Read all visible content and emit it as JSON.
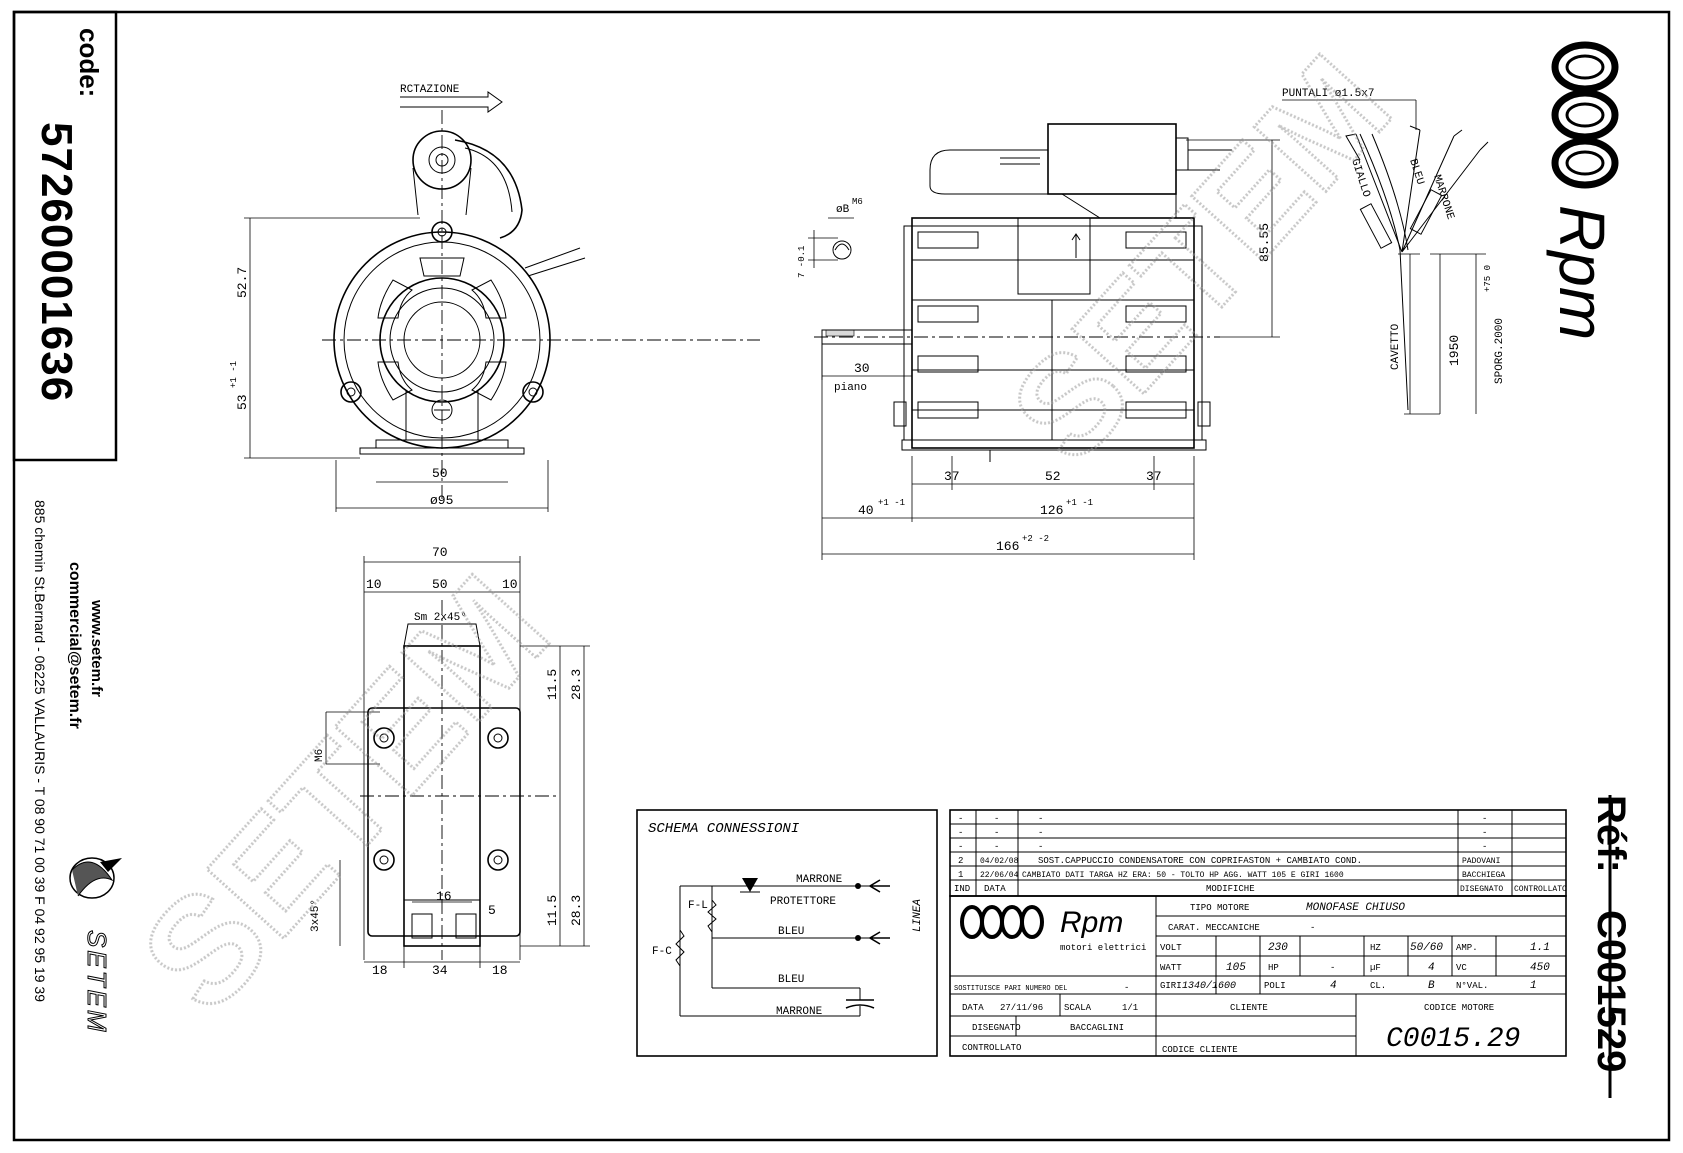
{
  "left_strip": {
    "code_label": "code:",
    "code_value": "57260001636",
    "website": "www.setem.fr",
    "email": "commercial@setem.fr",
    "address": "885 chemin St.Bernard - 06225 VALLAURIS - T 08 90 71 00 39 F 04 92 95 19 39",
    "company": "SETEM"
  },
  "right_strip": {
    "brand": "Rpm",
    "ref_label": "Réf:",
    "ref_value": "C001529"
  },
  "watermark": "SETEM",
  "front_view": {
    "rotation_label": "RCTAZIONE",
    "dim_top": "52.7",
    "dim_bottom": "53",
    "dim_bottom_tol": "+1 -1",
    "dim_base": "50",
    "dim_dia": "ø95"
  },
  "side_view": {
    "puntali_label": "PUNTALI ø1.5x7",
    "colors": [
      "GIALLO",
      "BLEU",
      "MARRONE"
    ],
    "dim_height": "85.55",
    "thread_label": "øB",
    "thread_sup": "M6",
    "key_label": "7 -0.1",
    "dim_30": "30",
    "piano": "piano",
    "dim_37a": "37",
    "dim_52": "52",
    "dim_37b": "37",
    "dim_40": "40",
    "dim_40_tol": "+1 -1",
    "dim_126": "126",
    "dim_126_tol": "+1 -1",
    "dim_166": "166",
    "dim_166_tol": "+2 -2",
    "cavetto": "CAVETTO",
    "dim_1950": "1950",
    "sporg": "SPORG.2000",
    "sporg_tol": "+75 0"
  },
  "base_view": {
    "dim_70": "70",
    "dim_10a": "10",
    "dim_50": "50",
    "dim_10b": "10",
    "chamfer": "Sm 2x45°",
    "dim_115a": "11.5",
    "dim_283a": "28.3",
    "dim_115b": "11.5",
    "dim_283b": "28.3",
    "m6": "M6",
    "dim_16": "16",
    "dim_5": "5",
    "dim_18a": "18",
    "dim_34": "34",
    "dim_18b": "18",
    "angle": "3x45°"
  },
  "schema": {
    "title": "SCHEMA CONNESSIONI",
    "marrone_top": "MARRONE",
    "protettore": "PROTETTORE",
    "bleu_top": "BLEU",
    "bleu_bottom": "BLEU",
    "marrone_bottom": "MARRONE",
    "fl": "F-L",
    "fc": "F-C",
    "linea": "LINEA"
  },
  "revisions": {
    "rows": [
      {
        "ind": "-",
        "data": "-",
        "mod": "-",
        "dis": "-"
      },
      {
        "ind": "-",
        "data": "-",
        "mod": "-",
        "dis": "-"
      },
      {
        "ind": "-",
        "data": "-",
        "mod": "-",
        "dis": "-"
      },
      {
        "ind": "2",
        "data": "04/02/08",
        "mod": "SOST.CAPPUCCIO CONDENSATORE CON COPRIFASTON + CAMBIATO COND.",
        "dis": "PADOVANI"
      },
      {
        "ind": "1",
        "data": "22/06/04",
        "mod": "CAMBIATO DATI TARGA HZ ERA: 50 - TOLTO HP AGG. WATT 105 E GIRI 1600",
        "dis": "BACCHIEGA"
      }
    ],
    "header": {
      "ind": "IND",
      "data": "DATA",
      "mod": "MODIFICHE",
      "dis": "DISEGNATO",
      "ctrl": "CONTROLLATO"
    }
  },
  "titleblock": {
    "brand": "Rpm",
    "brand_sub": "motori elettrici",
    "tipo_label": "TIPO MOTORE",
    "tipo_value": "MONOFASE CHIUSO",
    "carat_label": "CARAT. MECCANICHE",
    "carat_value": "-",
    "volt_label": "VOLT",
    "volt_value": "230",
    "hz_label": "HZ",
    "hz_value": "50/60",
    "amp_label": "AMP.",
    "amp_value": "1.1",
    "watt_label": "WATT",
    "watt_value": "105",
    "hp_label": "HP",
    "hp_value": "-",
    "uf_label": "µF",
    "uf_value": "4",
    "vc_label": "VC",
    "vc_value": "450",
    "giri_label": "GIRI",
    "giri_value": "1340/1600",
    "poli_label": "POLI",
    "poli_value": "4",
    "cl_label": "CL.",
    "cl_value": "B",
    "nval_label": "N°VAL.",
    "nval_value": "1",
    "sostituisce": "SOSTITUISCE PARI NUMERO DEL",
    "sostituisce_value": "-",
    "data_label": "DATA",
    "data_value": "27/11/96",
    "scala_label": "SCALA",
    "scala_value": "1/1",
    "disegnato_label": "DISEGNATO",
    "disegnato_value": "BACCAGLINI",
    "controllato_label": "CONTROLLATO",
    "cliente_label": "CLIENTE",
    "codice_cliente_label": "CODICE CLIENTE",
    "codice_motore_label": "CODICE MOTORE",
    "codice_motore_value": "C0015.29"
  }
}
